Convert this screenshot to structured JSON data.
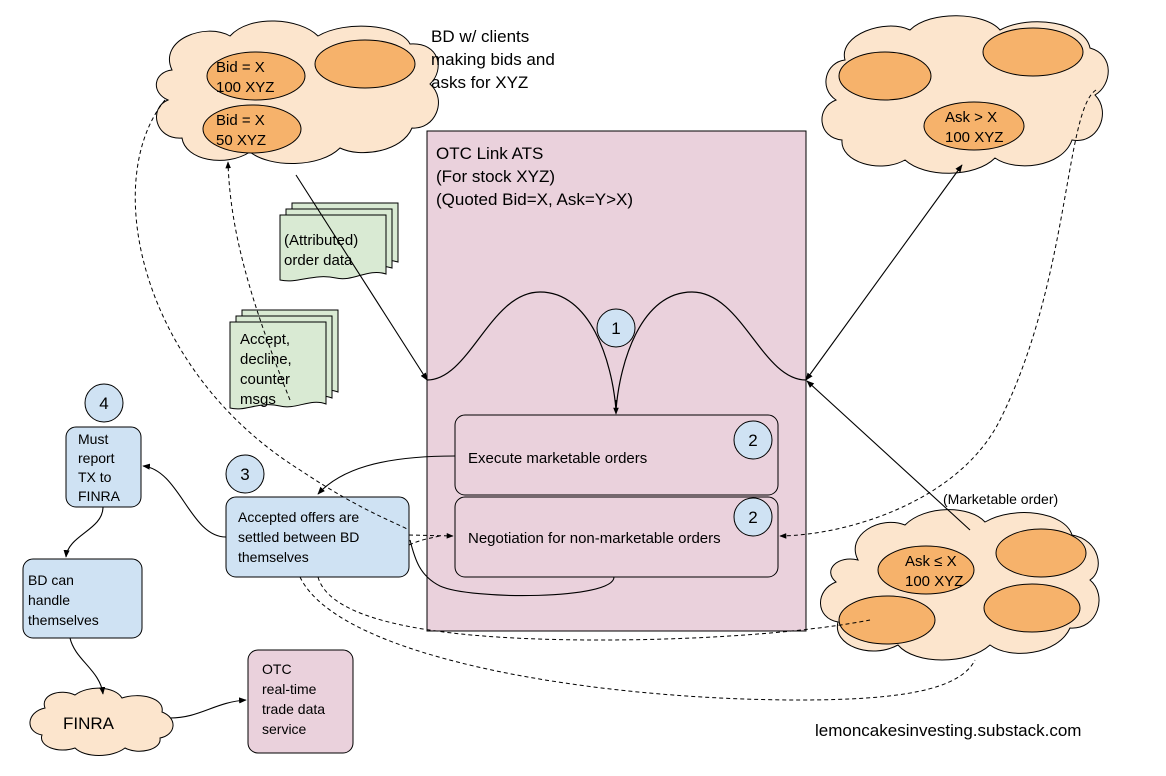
{
  "bd_clients_label": [
    "BD w/ clients",
    "making bids and",
    "asks for XYZ"
  ],
  "bid_orders": [
    {
      "lines": [
        "Bid = X",
        "100 XYZ"
      ]
    },
    {
      "lines": [
        "Bid = X",
        "50 XYZ"
      ]
    }
  ],
  "ask_above": {
    "lines": [
      "Ask > X",
      "100 XYZ"
    ]
  },
  "ask_below": {
    "lines": [
      "Ask ≤ X",
      "100 XYZ"
    ]
  },
  "ats": {
    "title_lines": [
      "OTC Link ATS",
      "(For stock XYZ)",
      "(Quoted Bid=X, Ask=Y>X)"
    ],
    "execute_label": "Execute marketable orders",
    "negotiate_label": "Negotiation for non-marketable orders"
  },
  "docs": {
    "order_data": [
      "(Attributed)",
      "order data"
    ],
    "messages": [
      "Accept,",
      "decline,",
      "counter",
      "msgs"
    ]
  },
  "step_numbers": [
    "1",
    "2",
    "2",
    "3",
    "4"
  ],
  "settled_box": [
    "Accepted offers are",
    "settled between BD",
    "themselves"
  ],
  "report_box": [
    "Must",
    "report",
    "TX to",
    "FINRA"
  ],
  "handle_box": [
    "BD can",
    "handle",
    "themselves"
  ],
  "finra_label": "FINRA",
  "otc_service": [
    "OTC",
    "real-time",
    "trade data",
    "service"
  ],
  "marketable_order_label": "(Marketable order)",
  "footer": "lemoncakesinvesting.substack.com",
  "colors": {
    "cloud_fill": "#fce5cd",
    "order_fill": "#f6b26b",
    "ats_fill": "#ead1dc",
    "doc_fill": "#d9ead3",
    "box_blue": "#cfe2f3",
    "line": "#000000"
  }
}
